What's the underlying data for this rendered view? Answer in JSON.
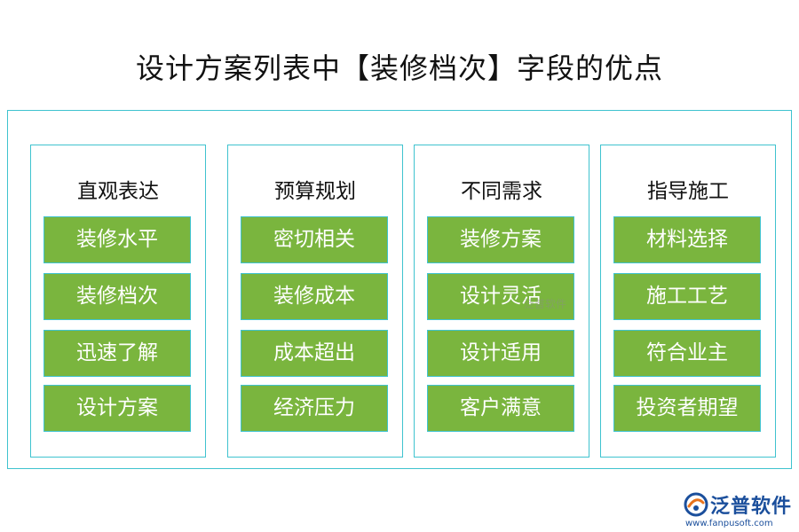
{
  "title": "设计方案列表中【装修档次】字段的优点",
  "colors": {
    "border": "#3fc3cf",
    "item_fill": "#7ab53e",
    "item_text": "#ffffff",
    "logo": "#1b4f9c"
  },
  "columns": [
    {
      "heading": "直观表达",
      "items": [
        "装修水平",
        "装修档次",
        "迅速了解",
        "设计方案"
      ]
    },
    {
      "heading": "预算规划",
      "items": [
        "密切相关",
        "装修成本",
        "成本超出",
        "经济压力"
      ]
    },
    {
      "heading": "不同需求",
      "items": [
        "装修方案",
        "设计灵活",
        "设计适用",
        "客户满意"
      ]
    },
    {
      "heading": "指导施工",
      "items": [
        "材料选择",
        "施工工艺",
        "符合业主",
        "投资者期望"
      ]
    }
  ],
  "watermark": "泛普软件",
  "logo": {
    "icon": "fanpu-logo-icon",
    "name": "泛普软件",
    "url": "www.fanpusoft.com"
  }
}
